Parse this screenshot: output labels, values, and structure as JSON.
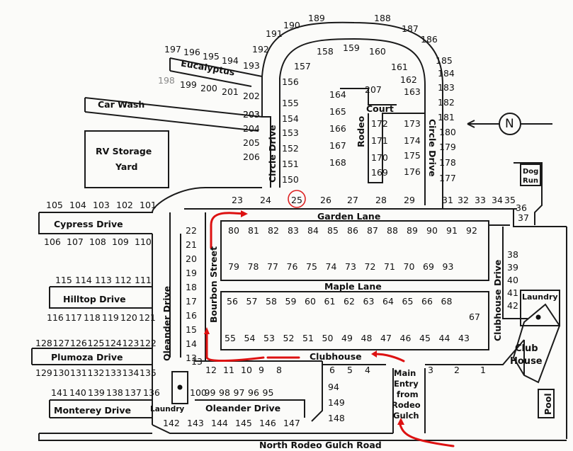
{
  "roads": {
    "garden_lane": "Garden Lane",
    "maple_lane": "Maple Lane",
    "clubhouse": "Clubhouse",
    "oleander_drive_h": "Oleander Drive",
    "oleander_drive_v": "Oleander Drive",
    "bourbon_street": "Bourbon Street",
    "circle_drive_left": "Circle Drive",
    "circle_drive_right": "Circle Drive",
    "clubhouse_drive": "Clubhouse Drive",
    "cypress_drive": "Cypress Drive",
    "hilltop_drive": "Hilltop Drive",
    "plumoza_drive": "Plumoza Drive",
    "monterey_drive": "Monterey Drive",
    "eucalyptus": "Eucalyptus",
    "rodeo": "Rodeo",
    "court": "Court",
    "north_rodeo": "North Rodeo Gulch Road"
  },
  "places": {
    "car_wash": "Car Wash",
    "rv_storage_1": "RV Storage",
    "rv_storage_2": "Yard",
    "dog_run_1": "Dog",
    "dog_run_2": "Run",
    "laundry_left": "Laundry",
    "laundry_right": "Laundry",
    "club_1": "Club",
    "club_2": "House",
    "pool": "Pool",
    "main_entry": [
      "Main",
      "Entry",
      "from",
      "Rodeo",
      "Gulch"
    ],
    "north": "N"
  },
  "lots": {
    "arc": [
      "189",
      "188",
      "190",
      "187",
      "191",
      "186",
      "192",
      "185",
      "184",
      "183",
      "182",
      "181",
      "180",
      "179",
      "178",
      "177"
    ],
    "euc_top": [
      "197",
      "196",
      "195",
      "194",
      "193"
    ],
    "euc_bottom_faded": "198",
    "euc_bottom": [
      "199",
      "200",
      "201",
      "202"
    ],
    "left_col": [
      "203",
      "204",
      "205",
      "206"
    ],
    "circle_inner_left": [
      "157",
      "156",
      "155",
      "154",
      "153",
      "152",
      "151",
      "150"
    ],
    "circle_top": [
      "158",
      "159",
      "160",
      "161",
      "162",
      "163"
    ],
    "court_left": [
      "164",
      "165",
      "166",
      "167",
      "168"
    ],
    "court_207": "207",
    "court_inner": [
      "172",
      "173",
      "171",
      "174",
      "170",
      "175",
      "169",
      "176"
    ],
    "garden_row": [
      "23",
      "24",
      "25",
      "26",
      "27",
      "28",
      "29",
      "31",
      "32",
      "33",
      "34",
      "35",
      "36",
      "37"
    ],
    "cypress_row": [
      "105",
      "104",
      "103",
      "102",
      "101"
    ],
    "cypress_below": [
      "106",
      "107",
      "108",
      "109",
      "110"
    ],
    "hilltop_above": [
      "115",
      "114",
      "113",
      "112",
      "111"
    ],
    "hilltop_below": [
      "116",
      "117",
      "118",
      "119",
      "120",
      "121"
    ],
    "plumoza_above": [
      "128",
      "127",
      "126",
      "125",
      "124",
      "123",
      "122"
    ],
    "plumoza_below": [
      "129",
      "130",
      "131",
      "132",
      "133",
      "134",
      "135"
    ],
    "monterey_above": [
      "141",
      "140",
      "139",
      "138",
      "137",
      "136"
    ],
    "bourbon_left": [
      "22",
      "21",
      "20",
      "19",
      "18",
      "17",
      "16",
      "15",
      "14",
      "13"
    ],
    "row_80": [
      "80",
      "81",
      "82",
      "83",
      "84",
      "85",
      "86",
      "87",
      "88",
      "89",
      "90",
      "91",
      "92"
    ],
    "row_79": [
      "79",
      "78",
      "77",
      "76",
      "75",
      "74",
      "73",
      "72",
      "71",
      "70",
      "69",
      "93"
    ],
    "row_56": [
      "56",
      "57",
      "58",
      "59",
      "60",
      "61",
      "62",
      "63",
      "64",
      "65",
      "66",
      "68"
    ],
    "lot_67": "67",
    "row_55": [
      "55",
      "54",
      "53",
      "52",
      "51",
      "50",
      "49",
      "48",
      "47",
      "46",
      "45",
      "44",
      "43"
    ],
    "clubhouse_right": [
      "38",
      "39",
      "40",
      "41",
      "42"
    ],
    "oleander_above": [
      "12",
      "11",
      "10",
      "9",
      "8"
    ],
    "oleander_below": [
      "100",
      "99",
      "98",
      "97",
      "96",
      "95"
    ],
    "entry_left": [
      "6",
      "5",
      "4"
    ],
    "entry_col": [
      "94",
      "149",
      "148"
    ],
    "entry_right": [
      "3",
      "2",
      "1"
    ],
    "bottom_row": [
      "142",
      "143",
      "144",
      "145",
      "146",
      "147"
    ]
  }
}
